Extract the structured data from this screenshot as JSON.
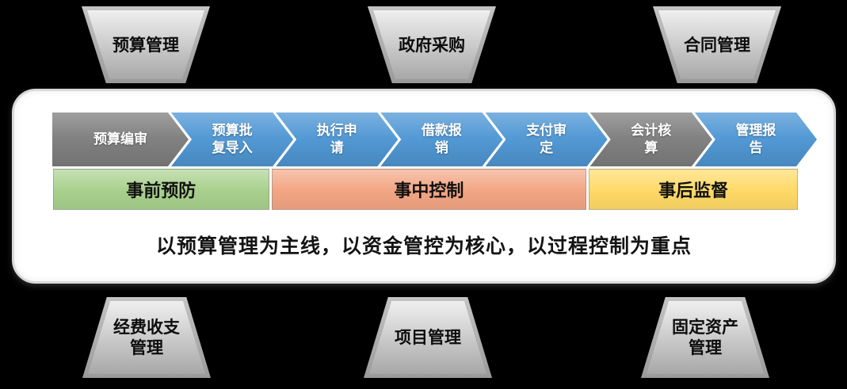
{
  "top_modules": [
    {
      "label": "预算管理"
    },
    {
      "label": "政府采购"
    },
    {
      "label": "合同管理"
    }
  ],
  "bottom_modules": [
    {
      "label": "经费收支管理"
    },
    {
      "label": "项目管理"
    },
    {
      "label": "固定资产管理"
    }
  ],
  "process_steps": [
    {
      "label": "预算编审",
      "color_key": "gray"
    },
    {
      "label": "预算批复导入",
      "color_key": "blue"
    },
    {
      "label": "执行申请",
      "color_key": "blue"
    },
    {
      "label": "借款报销",
      "color_key": "blue"
    },
    {
      "label": "支付审定",
      "color_key": "blue"
    },
    {
      "label": "会计核算",
      "color_key": "gray"
    },
    {
      "label": "管理报告",
      "color_key": "blue"
    }
  ],
  "phases": [
    {
      "label": "事前预防",
      "color": "#a8d08d"
    },
    {
      "label": "事中控制",
      "color": "#f2a583"
    },
    {
      "label": "事后监督",
      "color": "#ffd966"
    }
  ],
  "slogan": "以预算管理为主线，以资金管控为核心，以过程控制为重点",
  "colors": {
    "chevron_blue": "#4f97d4",
    "chevron_gray": "#7f7f7f",
    "phase_green": "#a8d08d",
    "phase_orange": "#f2a583",
    "phase_yellow": "#ffd966",
    "background": "#000000",
    "panel": "#ffffff"
  }
}
